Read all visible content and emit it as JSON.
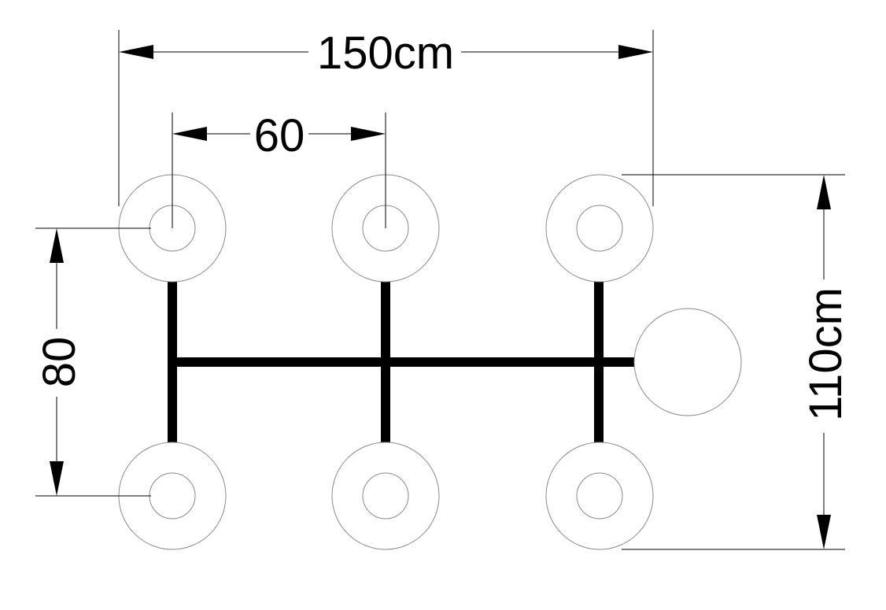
{
  "diagram": {
    "dimension_labels": {
      "overall_width": "150cm",
      "spacing": "60",
      "row_spacing": "80",
      "overall_depth": "110cm"
    },
    "components": {
      "lamp_heads": 6,
      "canopy": 1
    },
    "colors": {
      "line": "#000000",
      "ring": "#8a8a8a",
      "background": "#ffffff"
    }
  }
}
